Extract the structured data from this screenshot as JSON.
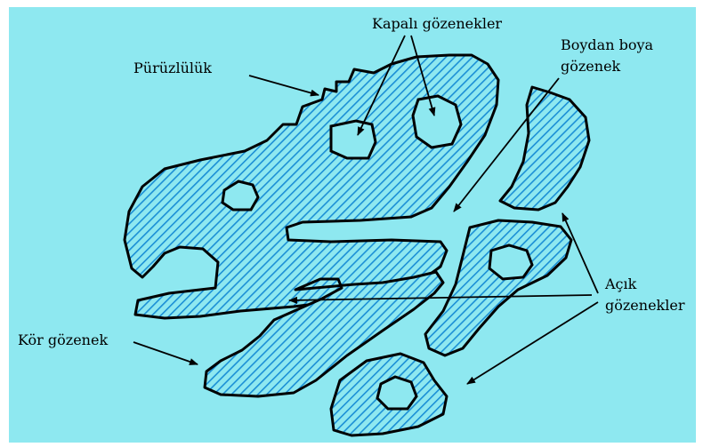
{
  "diagram": {
    "labels": {
      "roughness": "Pürüzlülük",
      "closed_pores": "Kapalı gözenekler",
      "through_pore_line1": "Boydan boya",
      "through_pore_line2": "gözenek",
      "open_pores_line1": "Açık",
      "open_pores_line2": "gözenekler",
      "blind_pore": "Kör gözenek"
    },
    "colors": {
      "background": "#8ee8f0",
      "hatch": "#1a8fd6",
      "outline": "#000000",
      "page": "#ffffff"
    }
  }
}
